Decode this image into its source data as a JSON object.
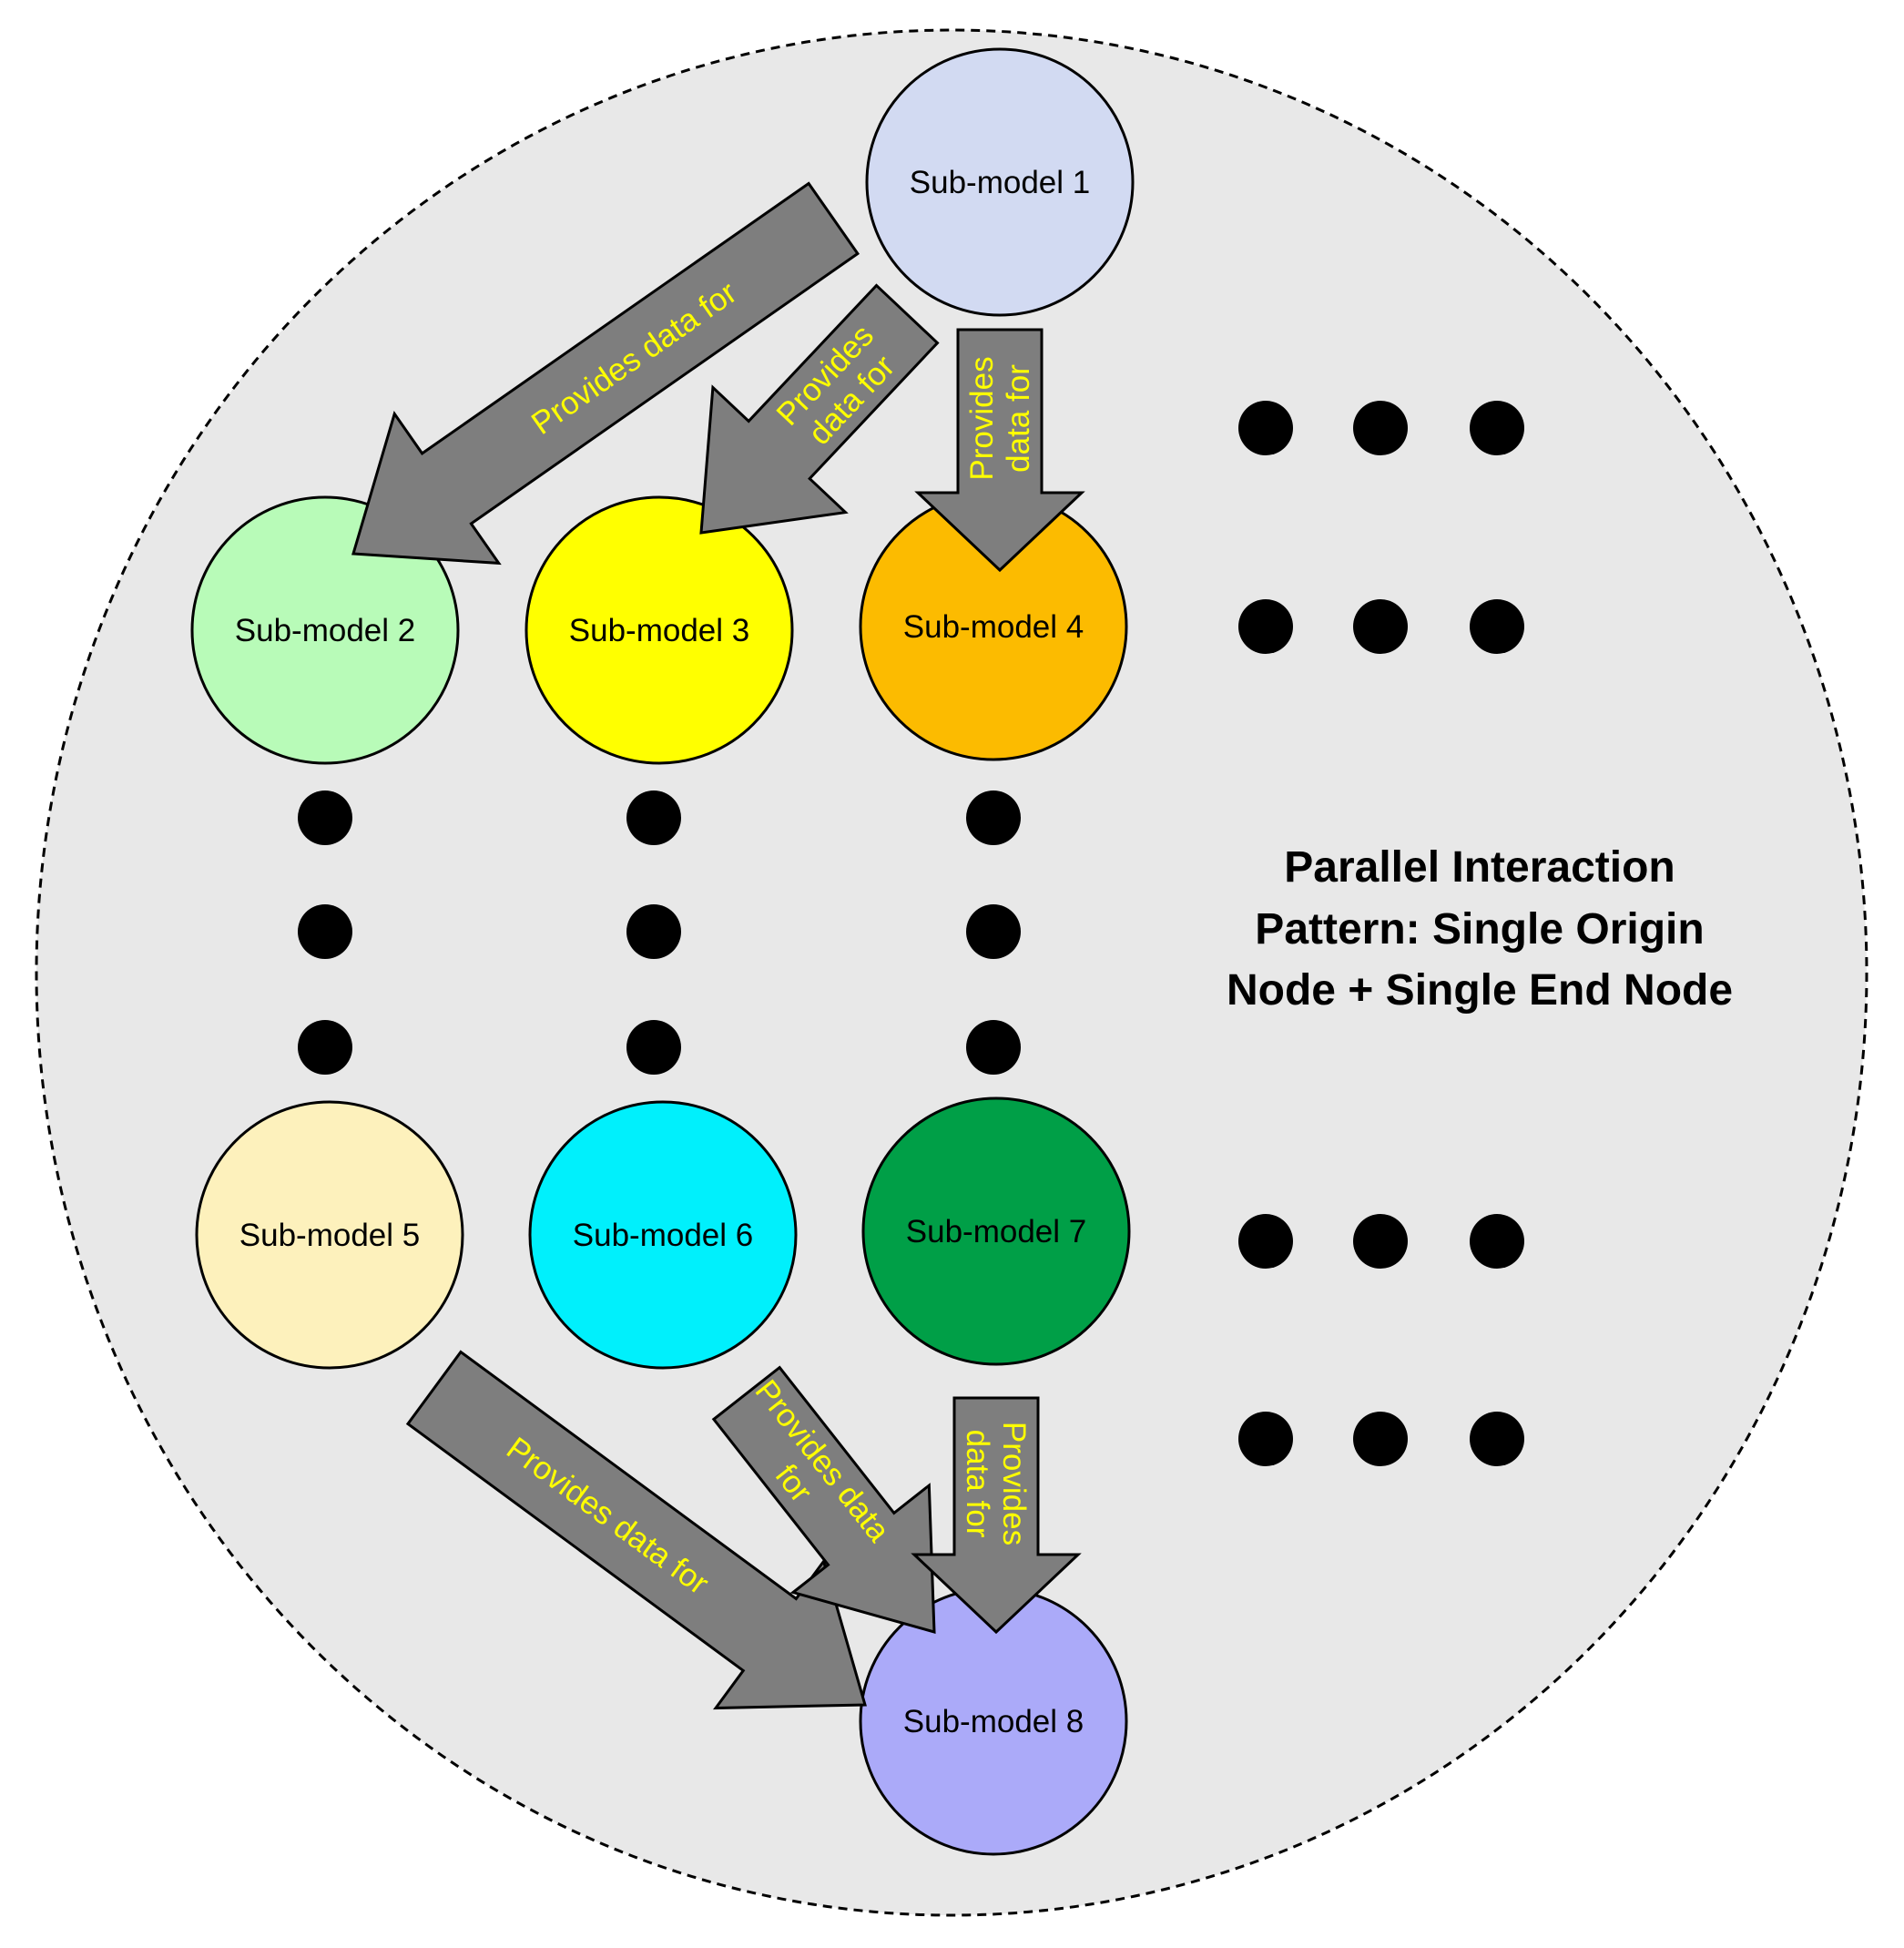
{
  "diagram": {
    "title_lines": [
      "Parallel Interaction",
      "Pattern: Single Origin",
      "Node + Single End Node"
    ],
    "arrow_label": "Provides data for",
    "arrow_label_two_line": [
      "Provides",
      "data for"
    ],
    "arrow_label_two_line_alt": [
      "Provides data",
      "for"
    ],
    "nodes": [
      {
        "label": "Sub-model 1",
        "color": "#d2daf2"
      },
      {
        "label": "Sub-model 2",
        "color": "#b8fbb8"
      },
      {
        "label": "Sub-model 3",
        "color": "#ffff00"
      },
      {
        "label": "Sub-model 4",
        "color": "#fcbb00"
      },
      {
        "label": "Sub-model 5",
        "color": "#fdf1bc"
      },
      {
        "label": "Sub-model 6",
        "color": "#00f0fc"
      },
      {
        "label": "Sub-model 7",
        "color": "#009f47"
      },
      {
        "label": "Sub-model 8",
        "color": "#abaaf9"
      }
    ],
    "colors": {
      "background": "#e8e8e8",
      "arrow_fill": "#7e7e7e",
      "arrow_text": "#ffff00",
      "dots": "#000000"
    }
  }
}
